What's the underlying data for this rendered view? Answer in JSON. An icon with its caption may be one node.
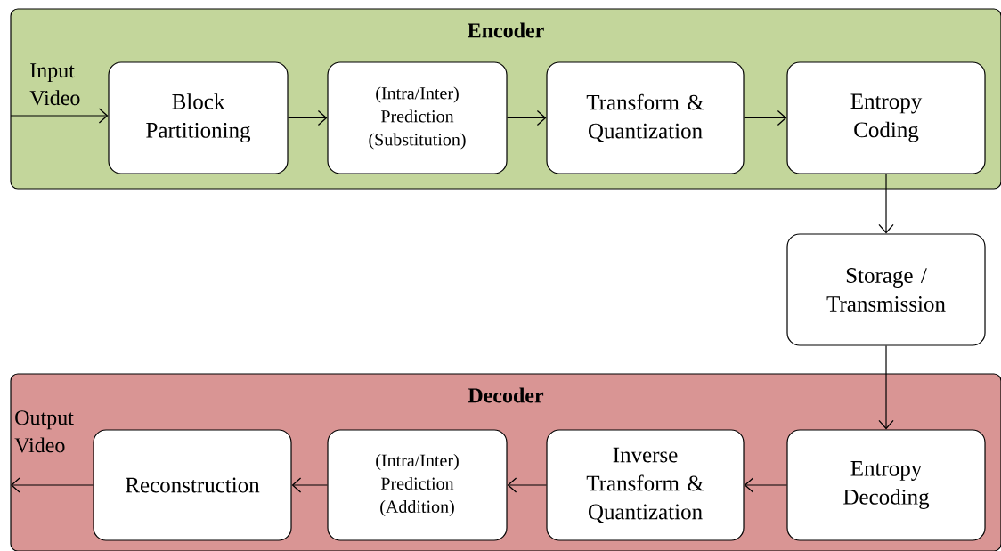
{
  "diagram": {
    "nodes": [
      {
        "text": [
          "Encoder"
        ]
      },
      {
        "text": [
          "Block Partitioning"
        ],
        "in": 0
      },
      {
        "text": [
          "(Intra/Inter) Prediction (Substitution)"
        ],
        "in": 0
      },
      {
        "text": [
          "Transform & Quantization"
        ],
        "in": 0
      },
      {
        "text": [
          "Entropy Coding"
        ],
        "in": 0
      },
      {
        "text": [
          "Storage / Transmission"
        ]
      },
      {
        "text": [
          "Decoder"
        ]
      },
      {
        "text": [
          "Entropy Decoding"
        ],
        "in": 6
      },
      {
        "text": [
          "Inverse Transform & Quantization"
        ],
        "in": 6
      },
      {
        "text": [
          "(Intra/Inter) Prediction (Addition)"
        ],
        "in": 6
      },
      {
        "text": [
          "Reconstruction"
        ],
        "in": 6
      }
    ],
    "edges": [
      {
        "from": null,
        "to": 1,
        "arrow": "to",
        "label": "Input Video"
      },
      {
        "from": 1,
        "to": 2,
        "arrow": "to"
      },
      {
        "from": 2,
        "to": 3,
        "arrow": "to"
      },
      {
        "from": 3,
        "to": 4,
        "arrow": "to"
      },
      {
        "from": 4,
        "to": 5,
        "arrow": "to"
      },
      {
        "from": 5,
        "to": 7,
        "arrow": "to"
      },
      {
        "from": 7,
        "to": 8,
        "arrow": "to"
      },
      {
        "from": 8,
        "to": 9,
        "arrow": "to"
      },
      {
        "from": 9,
        "to": 10,
        "arrow": "to"
      },
      {
        "from": 10,
        "to": null,
        "arrow": "to",
        "label": "Output Video"
      }
    ]
  }
}
